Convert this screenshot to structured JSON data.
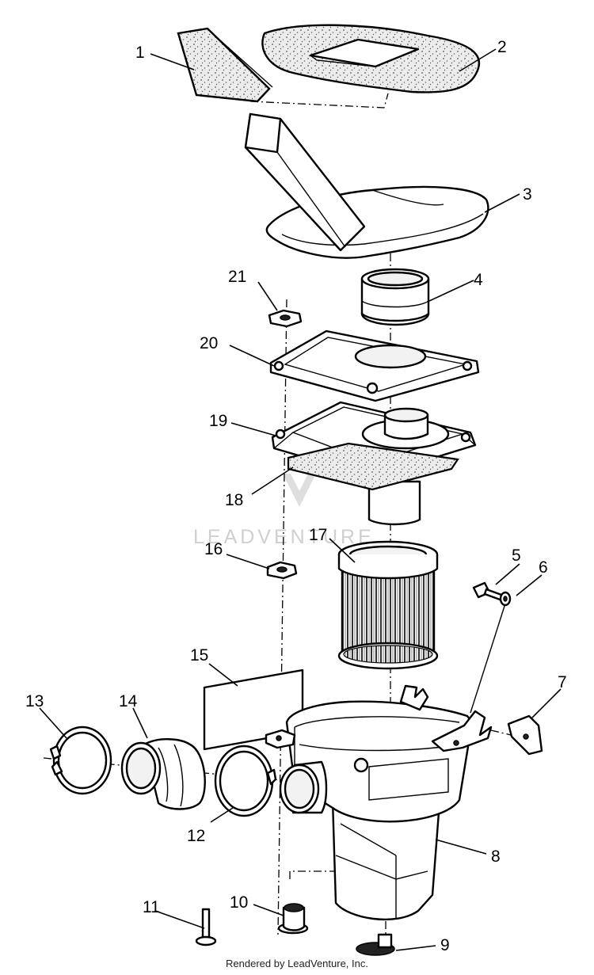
{
  "diagram": {
    "callouts": [
      "1",
      "2",
      "3",
      "4",
      "5",
      "6",
      "7",
      "8",
      "9",
      "10",
      "11",
      "12",
      "13",
      "14",
      "15",
      "16",
      "17",
      "18",
      "19",
      "20",
      "21"
    ],
    "watermark": "LEADVENTURE"
  },
  "footer": {
    "credit": "Rendered by LeadVenture, Inc."
  }
}
